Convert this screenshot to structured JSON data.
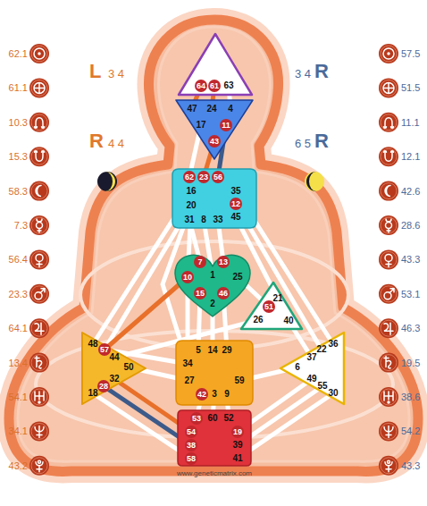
{
  "diagram": {
    "nodes": [
      {
        "text": [
          "64",
          "61",
          "63"
        ]
      },
      {
        "text": [
          "47",
          "24",
          "4",
          "17",
          "11",
          "43"
        ]
      },
      {
        "text": [
          "62",
          "23",
          "56",
          "16",
          "35",
          "20",
          "12",
          "45",
          "31",
          "8",
          "33"
        ]
      },
      {
        "text": [
          "7",
          "13",
          "1",
          "10",
          "25",
          "15",
          "46",
          "2"
        ]
      },
      {
        "text": [
          "21",
          "51",
          "26",
          "40"
        ]
      },
      {
        "text": [
          "48",
          "57",
          "44",
          "50",
          "32",
          "28",
          "18"
        ]
      },
      {
        "text": [
          "5",
          "14",
          "29",
          "34",
          "27",
          "59",
          "42",
          "3",
          "9"
        ]
      },
      {
        "text": [
          "22",
          "36",
          "37",
          "6",
          "49",
          "55",
          "30"
        ]
      },
      {
        "text": [
          "53",
          "60",
          "52",
          "54",
          "19",
          "38",
          "39",
          "58",
          "41"
        ]
      }
    ],
    "edges": [
      {
        "from": 0,
        "to": 1,
        "arrow": "none"
      },
      {
        "from": 0,
        "to": 1,
        "arrow": "none"
      },
      {
        "from": 0,
        "to": 1,
        "arrow": "none"
      },
      {
        "from": 1,
        "to": 2,
        "arrow": "none"
      },
      {
        "from": 1,
        "to": 2,
        "arrow": "none"
      },
      {
        "from": 1,
        "to": 2,
        "arrow": "none"
      },
      {
        "from": 2,
        "to": 3,
        "arrow": "none"
      },
      {
        "from": 2,
        "to": 3,
        "arrow": "none"
      },
      {
        "from": 2,
        "to": 3,
        "arrow": "none"
      },
      {
        "from": 2,
        "to": 3,
        "arrow": "none"
      },
      {
        "from": 2,
        "to": 6,
        "arrow": "none"
      },
      {
        "from": 2,
        "to": 5,
        "arrow": "none"
      },
      {
        "from": 2,
        "to": 5,
        "arrow": "none"
      },
      {
        "from": 2,
        "to": 4,
        "arrow": "none"
      },
      {
        "from": 2,
        "to": 7,
        "arrow": "none"
      },
      {
        "from": 2,
        "to": 7,
        "arrow": "none"
      },
      {
        "from": 3,
        "to": 4,
        "arrow": "none"
      },
      {
        "from": 3,
        "to": 6,
        "arrow": "none"
      },
      {
        "from": 3,
        "to": 6,
        "arrow": "none"
      },
      {
        "from": 3,
        "to": 6,
        "arrow": "none"
      },
      {
        "from": 3,
        "to": 6,
        "arrow": "none"
      },
      {
        "from": 3,
        "to": 5,
        "arrow": "none"
      },
      {
        "from": 6,
        "to": 5,
        "arrow": "none"
      },
      {
        "from": 6,
        "to": 5,
        "arrow": "none"
      },
      {
        "from": 6,
        "to": 8,
        "arrow": "none"
      },
      {
        "from": 6,
        "to": 8,
        "arrow": "none"
      },
      {
        "from": 6,
        "to": 8,
        "arrow": "none"
      },
      {
        "from": 6,
        "to": 7,
        "arrow": "none"
      },
      {
        "from": 4,
        "to": 5,
        "arrow": "none"
      },
      {
        "from": 4,
        "to": 7,
        "arrow": "none"
      },
      {
        "from": 5,
        "to": 8,
        "arrow": "none"
      },
      {
        "from": 5,
        "to": 8,
        "arrow": "none"
      },
      {
        "from": 5,
        "to": 8,
        "arrow": "none"
      },
      {
        "from": 7,
        "to": 8,
        "arrow": "none"
      },
      {
        "from": 7,
        "to": 8,
        "arrow": "none"
      },
      {
        "from": 7,
        "to": 8,
        "arrow": "none"
      }
    ],
    "labels": [
      "L",
      "3 4",
      "R",
      "4 4",
      "3 4",
      "R",
      "6 5",
      "R",
      "62.1",
      "61.1",
      "10.3",
      "15.3",
      "58.3",
      "7.3",
      "56.4",
      "23.3",
      "64.1",
      "13.4",
      "54.1",
      "34.1",
      "43.2",
      "57.5",
      "51.5",
      "11.1",
      "12.1",
      "42.6",
      "28.6",
      "43.3",
      "53.1",
      "46.3",
      "19.5",
      "38.6",
      "54.2",
      "43.3",
      "www.geneticmatrix.com"
    ]
  }
}
